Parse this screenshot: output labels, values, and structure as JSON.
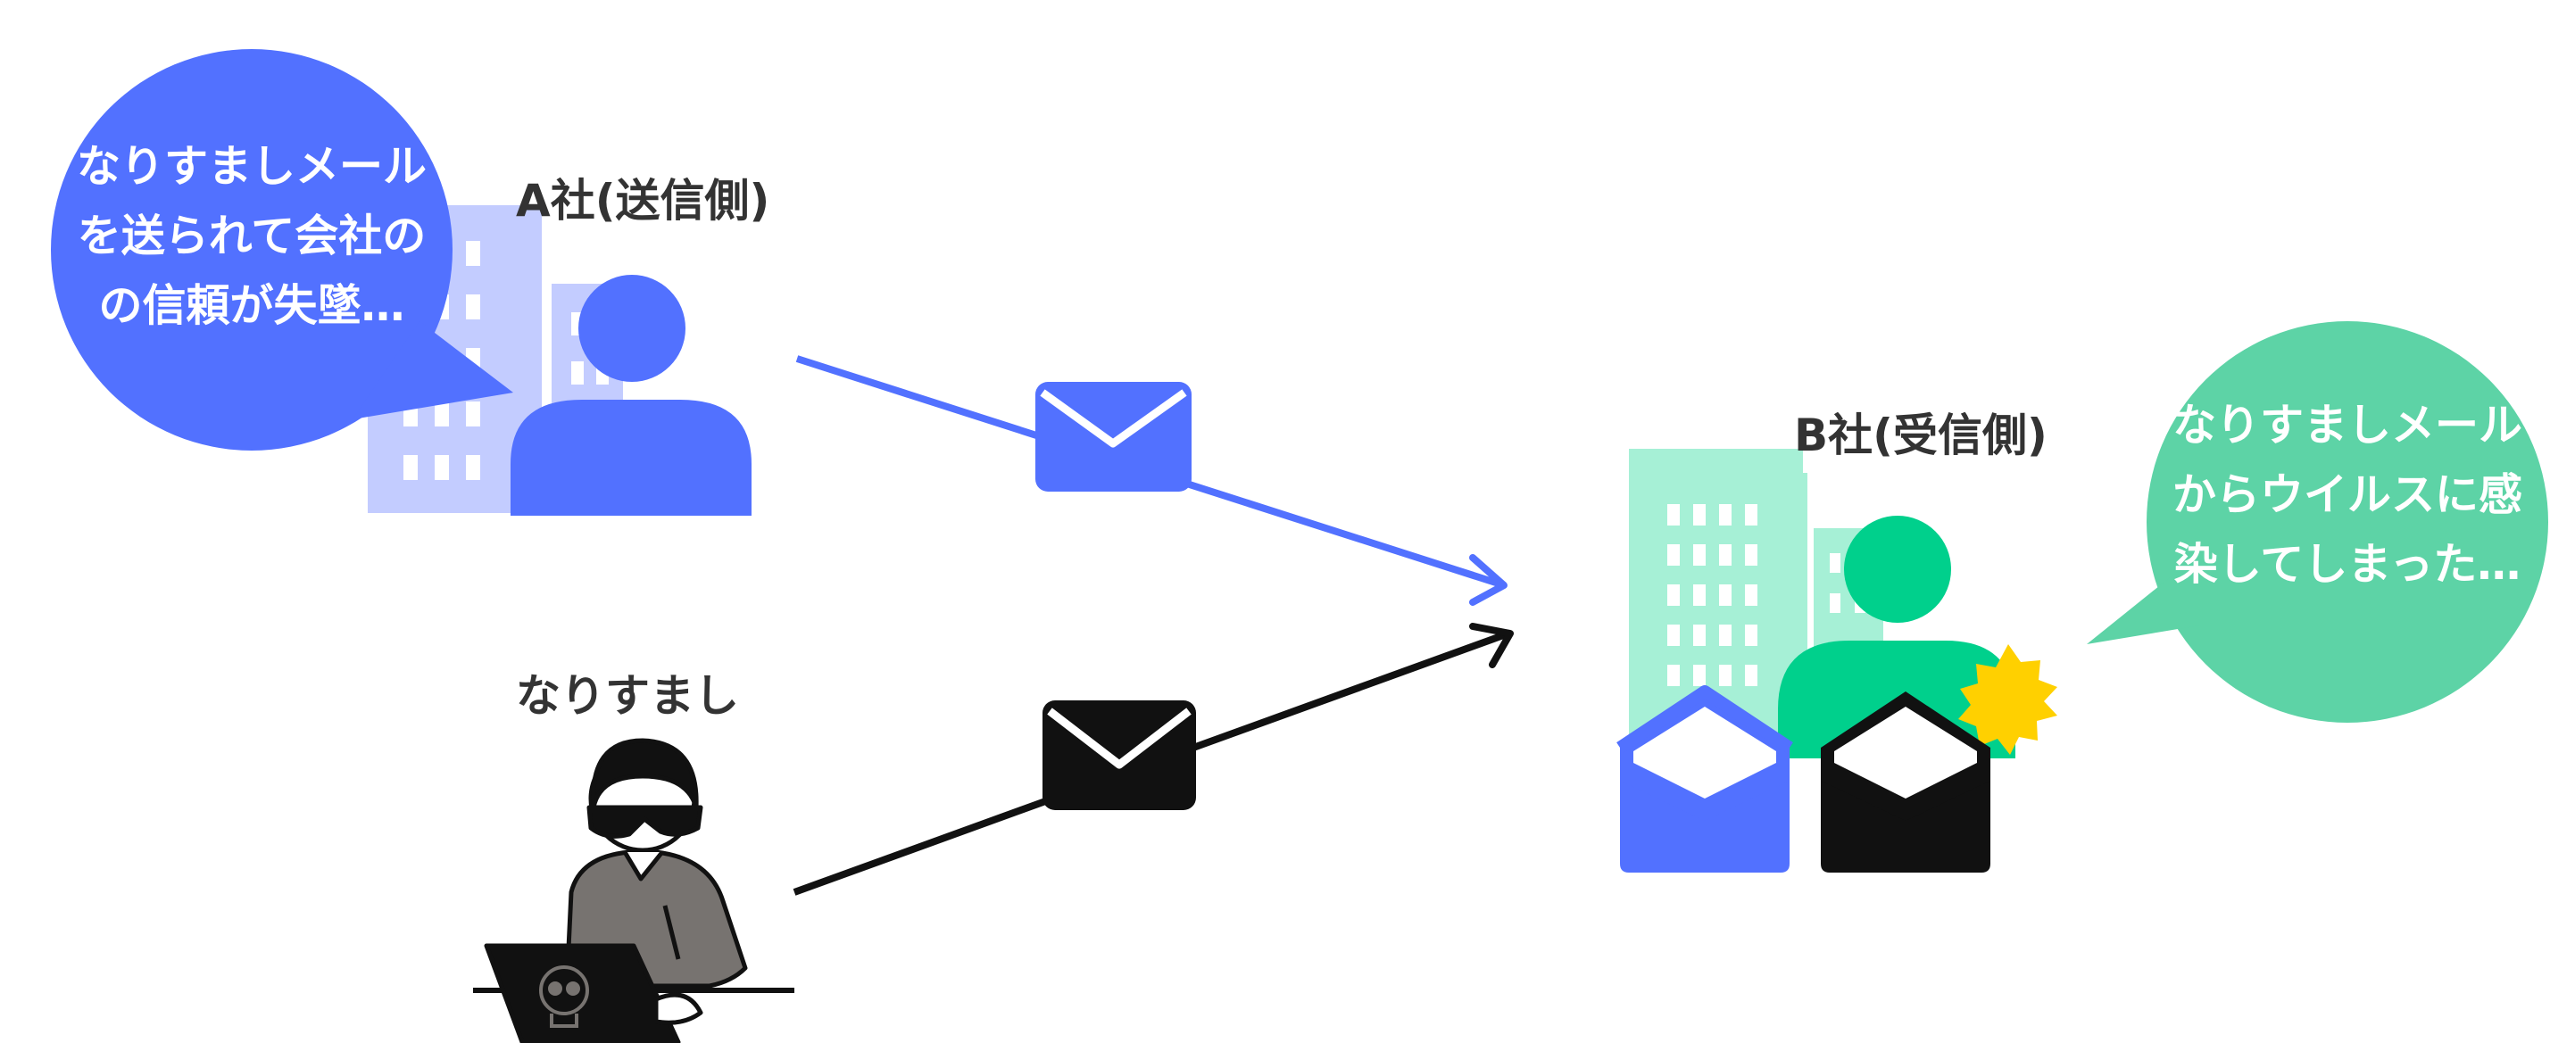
{
  "labels": {
    "sender": "A社(送信側)",
    "receiver": "B社(受信側)",
    "impersonator": "なりすまし"
  },
  "bubbles": {
    "sender": [
      "なりすましメール",
      "を送られて会社の",
      "の信頼が失墜…"
    ],
    "receiver": [
      "なりすましメール",
      "からウイルスに感",
      "染してしまった…"
    ]
  },
  "colors": {
    "blue": "#5271FF",
    "light_blue": "#C3CCFF",
    "green": "#00D08C",
    "light_green": "#A6F0D6",
    "bubble_green": "#5DD3A6",
    "yellow": "#FFD000",
    "black": "#111111",
    "gray": "#777370"
  }
}
